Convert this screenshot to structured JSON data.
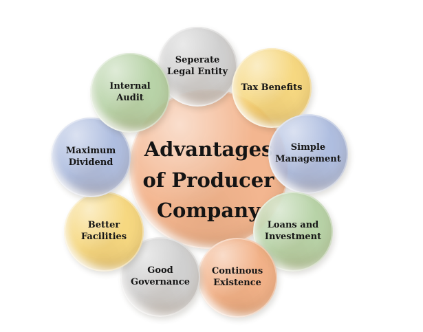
{
  "diagram": {
    "type": "radial-cycle",
    "background_color": "#FFFFFF",
    "text_color": "#161616",
    "center": {
      "title": "Advantages\nof Producer\nCompany",
      "color": "#F2B38B"
    },
    "nodes": [
      {
        "label": "Seperate\nLegal Entity",
        "color": "#C9C9C9",
        "color_name": "gray"
      },
      {
        "label": "Tax Benefits",
        "color": "#F5D26E",
        "color_name": "yellow"
      },
      {
        "label": "Simple\nManagement",
        "color": "#A3B4DB",
        "color_name": "blue"
      },
      {
        "label": "Loans and\nInvestment",
        "color": "#AECC9B",
        "color_name": "green"
      },
      {
        "label": "Continous\nExistence",
        "color": "#F0A678",
        "color_name": "orange"
      },
      {
        "label": "Good\nGovernance",
        "color": "#C9C9C9",
        "color_name": "gray"
      },
      {
        "label": "Better\nFacilities",
        "color": "#F5D26E",
        "color_name": "yellow"
      },
      {
        "label": "Maximum\nDividend",
        "color": "#A3B4DB",
        "color_name": "blue"
      },
      {
        "label": "Internal\nAudit",
        "color": "#AECC9B",
        "color_name": "green"
      }
    ]
  }
}
